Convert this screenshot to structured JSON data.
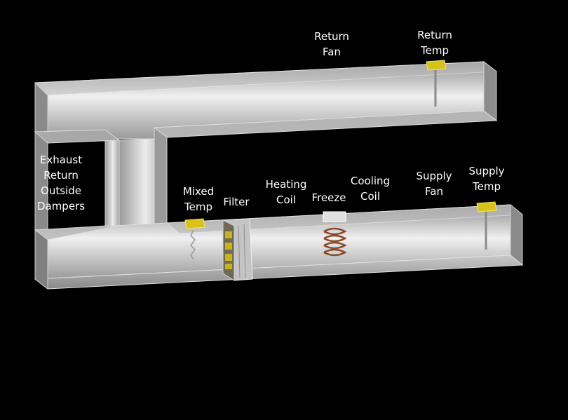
{
  "diagram": {
    "labels": {
      "return_fan": [
        "Return",
        "Fan"
      ],
      "return_temp": [
        "Return",
        "Temp"
      ],
      "dampers": [
        "Exhaust",
        "Return",
        "Outside",
        "Dampers"
      ],
      "mixed_temp": [
        "Mixed",
        "Temp"
      ],
      "filter": [
        "Filter"
      ],
      "heating_coil": [
        "Heating",
        "Coil"
      ],
      "freeze": [
        "Freeze"
      ],
      "cooling_coil": [
        "Cooling",
        "Coil"
      ],
      "supply_fan": [
        "Supply",
        "Fan"
      ],
      "supply_temp": [
        "Supply",
        "Temp"
      ]
    },
    "colors": {
      "background": "#000000",
      "duct": "#9a9a9a",
      "duct_light": "#e6e6e6",
      "sensor": "#d8c21a",
      "coil": "#8a4a2a",
      "label_text": "#ffffff"
    },
    "icons": {
      "sensor": "temperature-sensor-icon",
      "coil": "heating-coil-icon",
      "filter": "filter-icon",
      "damper": "damper-icon"
    }
  }
}
